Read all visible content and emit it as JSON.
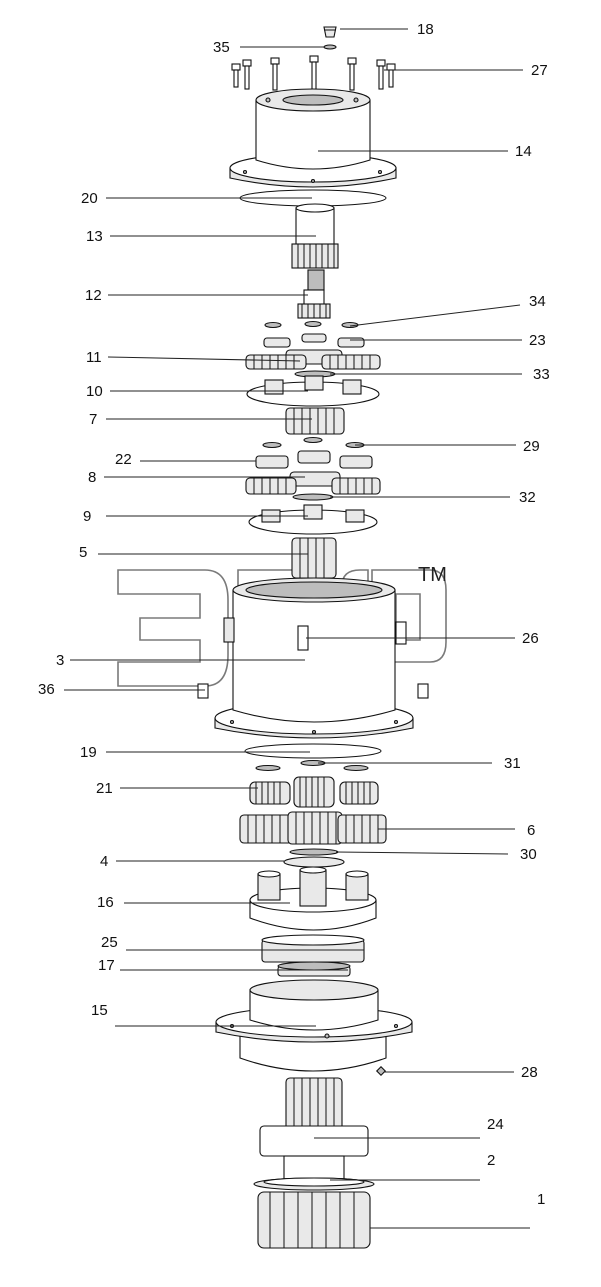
{
  "watermark": {
    "trademark": "TM"
  },
  "callouts": [
    {
      "number": "18"
    },
    {
      "number": "35"
    },
    {
      "number": "27"
    },
    {
      "number": "14"
    },
    {
      "number": "20"
    },
    {
      "number": "13"
    },
    {
      "number": "12"
    },
    {
      "number": "34"
    },
    {
      "number": "23"
    },
    {
      "number": "11"
    },
    {
      "number": "33"
    },
    {
      "number": "10"
    },
    {
      "number": "7"
    },
    {
      "number": "29"
    },
    {
      "number": "22"
    },
    {
      "number": "8"
    },
    {
      "number": "32"
    },
    {
      "number": "9"
    },
    {
      "number": "5"
    },
    {
      "number": "26"
    },
    {
      "number": "3"
    },
    {
      "number": "36"
    },
    {
      "number": "19"
    },
    {
      "number": "31"
    },
    {
      "number": "21"
    },
    {
      "number": "6"
    },
    {
      "number": "4"
    },
    {
      "number": "30"
    },
    {
      "number": "16"
    },
    {
      "number": "25"
    },
    {
      "number": "17"
    },
    {
      "number": "15"
    },
    {
      "number": "28"
    },
    {
      "number": "24"
    },
    {
      "number": "2"
    },
    {
      "number": "1"
    }
  ]
}
